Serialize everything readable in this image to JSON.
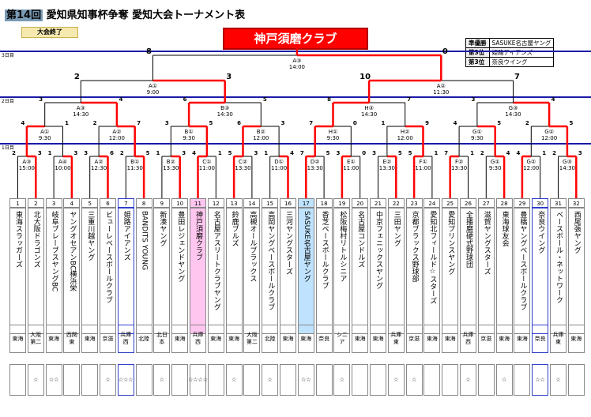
{
  "title": {
    "num": "第14回",
    "text": "愛知県知事杯争奪 愛知大会トーナメント表"
  },
  "status": "大会終了",
  "champion": "神戸須磨クラブ",
  "podium": [
    {
      "rank": "準優勝",
      "team": "SASUKE名古屋ヤング"
    },
    {
      "rank": "第3位",
      "team": "姫路アイアンズ"
    },
    {
      "rank": "第3位",
      "team": "奈良ウイング"
    }
  ],
  "round_labels": [
    "3日目",
    "2日目",
    "1日目"
  ],
  "final": {
    "label": "A③",
    "time": "14:00",
    "score_left": "8",
    "score_right": "0"
  },
  "semis": [
    {
      "label": "A①",
      "time": "9:00",
      "sl": "2",
      "sr": "3"
    },
    {
      "label": "A②",
      "time": "11:30",
      "sl": "10",
      "sr": "7"
    }
  ],
  "quarters": [
    {
      "label": "A③",
      "time": "14:30",
      "sl": "3",
      "sr": "4"
    },
    {
      "label": "B③",
      "time": "14:30",
      "sl": "6",
      "sr": "5"
    },
    {
      "label": "H③",
      "time": "14:30",
      "sl": "8",
      "sr": "7"
    },
    {
      "label": "G③",
      "time": "14:30",
      "sl": "3",
      "sr": "4"
    }
  ],
  "r16": [
    {
      "label": "A①",
      "time": "9:30",
      "sl": "4",
      "sr": "1"
    },
    {
      "label": "A②",
      "time": "12:00",
      "sl": "2",
      "sr": "7"
    },
    {
      "label": "B①",
      "time": "9:30",
      "sl": "3",
      "sr": "5"
    },
    {
      "label": "B②",
      "time": "12:00",
      "sl": "6",
      "sr": "3"
    },
    {
      "label": "H①",
      "time": "9:30",
      "sl": "7",
      "sr": "0"
    },
    {
      "label": "H②",
      "time": "12:00",
      "sl": "1",
      "sr": "9"
    },
    {
      "label": "G①",
      "time": "9:30",
      "sl": "4",
      "sr": "5"
    },
    {
      "label": "G②",
      "time": "12:00",
      "sl": "2",
      "sr": "5"
    }
  ],
  "r32": [
    {
      "label": "A③",
      "time": "15:00",
      "sl": "2",
      "sr": "3"
    },
    {
      "label": "A④",
      "time": "10:00",
      "sl": "1",
      "sr": "3"
    },
    {
      "label": "A②",
      "time": "12:30",
      "sl": "3",
      "sr": "6"
    },
    {
      "label": "B①",
      "time": "11:30",
      "sl": "2",
      "sr": "5"
    },
    {
      "label": "B②",
      "time": "13:30",
      "sl": "1",
      "sr": "3"
    },
    {
      "label": "C①",
      "time": "11:00",
      "sl": "4",
      "sr": "1"
    },
    {
      "label": "C②",
      "time": "13:30",
      "sl": "5",
      "sr": "3"
    },
    {
      "label": "D①",
      "time": "11:00",
      "sl": "1",
      "sr": "4"
    },
    {
      "label": "D②",
      "time": "13:30",
      "sl": "7",
      "sr": "5"
    },
    {
      "label": "E①",
      "time": "11:00",
      "sl": "3",
      "sr": "0"
    },
    {
      "label": "E②",
      "time": "13:30",
      "sl": "3",
      "sr": "5"
    },
    {
      "label": "F①",
      "time": "11:00",
      "sl": "5",
      "sr": "1"
    },
    {
      "label": "F②",
      "time": "13:30",
      "sl": "7",
      "sr": "1"
    },
    {
      "label": "G①",
      "time": "9:30",
      "sl": "2",
      "sr": "4"
    },
    {
      "label": "G②",
      "time": "12:00",
      "sl": "4",
      "sr": "1"
    },
    {
      "label": "G③",
      "time": "14:30",
      "sl": "2",
      "sr": "3"
    }
  ],
  "teams": [
    {
      "no": "1",
      "name": "東海スラッガーズ",
      "region": "東海",
      "stars": ""
    },
    {
      "no": "2",
      "name": "北大阪ドラゴンズ",
      "region": "大阪第二",
      "stars": "☆"
    },
    {
      "no": "3",
      "name": "岐阜ブレーブスヤングBC",
      "region": "東海",
      "stars": "☆☆"
    },
    {
      "no": "4",
      "name": "ヤングオセアンBC横浜栄",
      "region": "西関東",
      "stars": ""
    },
    {
      "no": "5",
      "name": "三重川越ヤング",
      "region": "東海",
      "stars": ""
    },
    {
      "no": "6",
      "name": "ビューレベースボールクラブ",
      "region": "京滋",
      "stars": "☆"
    },
    {
      "no": "7",
      "name": "姫路アイアンズ",
      "region": "兵庫西",
      "stars": "☆☆☆"
    },
    {
      "no": "8",
      "name": "BANDITS YOUNG",
      "region": "北陸",
      "stars": ""
    },
    {
      "no": "9",
      "name": "新湊ヤング",
      "region": "北日本",
      "stars": "☆"
    },
    {
      "no": "10",
      "name": "豊田レジェンドヤング",
      "region": "東海",
      "stars": ""
    },
    {
      "no": "11",
      "name": "神戸須磨クラブ",
      "region": "兵庫西",
      "stars": "☆☆☆☆"
    },
    {
      "no": "12",
      "name": "名古屋アスリートクラブヤング",
      "region": "東海",
      "stars": ""
    },
    {
      "no": "13",
      "name": "鈴鹿ブルズ",
      "region": "東海",
      "stars": "☆"
    },
    {
      "no": "14",
      "name": "高槻オールブラックス",
      "region": "大阪第二",
      "stars": ""
    },
    {
      "no": "15",
      "name": "高岡ヤングベースボールクラブ",
      "region": "北陸",
      "stars": "☆"
    },
    {
      "no": "16",
      "name": "三河ヤングスターズ",
      "region": "東海",
      "stars": ""
    },
    {
      "no": "17",
      "name": "SASUKE名古屋ヤング",
      "region": "東海",
      "stars": "☆☆"
    },
    {
      "no": "18",
      "name": "香芝ベースボールクラブ",
      "region": "奈良",
      "stars": ""
    },
    {
      "no": "19",
      "name": "松阪梅村リトルシニア",
      "region": "シニア",
      "stars": "☆"
    },
    {
      "no": "20",
      "name": "名古屋コンドルズ",
      "region": "東海",
      "stars": ""
    },
    {
      "no": "21",
      "name": "中京フェニックスヤング",
      "region": "東海",
      "stars": ""
    },
    {
      "no": "22",
      "name": "三田ヤング",
      "region": "兵庫東",
      "stars": "☆"
    },
    {
      "no": "23",
      "name": "京都ブラックス野球部",
      "region": "京滋",
      "stars": "☆"
    },
    {
      "no": "24",
      "name": "愛知北フィールド☆スターズ",
      "region": "東海",
      "stars": ""
    },
    {
      "no": "25",
      "name": "愛知プリンスヤング",
      "region": "東海",
      "stars": ""
    },
    {
      "no": "26",
      "name": "全播磨硬式野球団",
      "region": "兵庫西",
      "stars": "☆"
    },
    {
      "no": "27",
      "name": "滋賀ヤングスターズ",
      "region": "京滋",
      "stars": ""
    },
    {
      "no": "28",
      "name": "東海球友会",
      "region": "東海",
      "stars": "☆"
    },
    {
      "no": "29",
      "name": "豊橋ヤングベースボールクラブ",
      "region": "東海",
      "stars": ""
    },
    {
      "no": "30",
      "name": "奈良ウイング",
      "region": "奈良",
      "stars": "☆☆"
    },
    {
      "no": "31",
      "name": "ベースボール・ネットワーク",
      "region": "兵庫東",
      "stars": "☆"
    },
    {
      "no": "32",
      "name": "西尾張ヤング",
      "region": "東海",
      "stars": ""
    }
  ]
}
